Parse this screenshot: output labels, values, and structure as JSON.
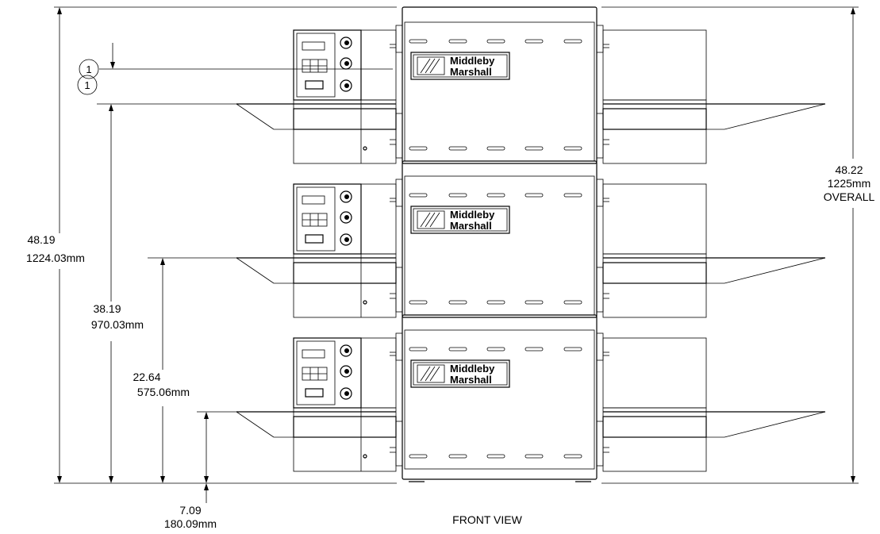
{
  "dimensions": {
    "overall_left": {
      "value": "48.19",
      "metric": "1224.03mm"
    },
    "conveyor_top": {
      "value": "38.19",
      "metric": "970.03mm"
    },
    "conveyor_middle": {
      "value": "22.64",
      "metric": "575.06mm"
    },
    "conveyor_bottom": {
      "value": "7.09",
      "metric": "180.09mm"
    },
    "overall_right": {
      "value": "48.22",
      "metric": "1225mm",
      "note": "OVERALL"
    }
  },
  "callouts": [
    "1",
    "1"
  ],
  "ovens": [
    {
      "brand_line1": "Middleby",
      "brand_line2": "Marshall"
    },
    {
      "brand_line1": "Middleby",
      "brand_line2": "Marshall"
    },
    {
      "brand_line1": "Middleby",
      "brand_line2": "Marshall"
    }
  ],
  "view_label": "FRONT VIEW"
}
